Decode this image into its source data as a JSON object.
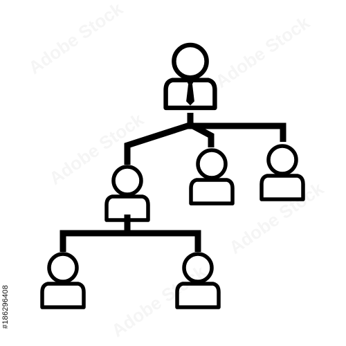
{
  "stock_id": "#186296408",
  "watermark_text": "Adobe Stock",
  "colors": {
    "background": "#ffffff",
    "stroke": "#000000",
    "watermark": "#787878"
  },
  "hierarchy": {
    "node": "manager",
    "icon": "person-with-tie-icon",
    "children": [
      {
        "node": "employee",
        "icon": "person-icon",
        "children": [
          {
            "node": "employee",
            "icon": "person-icon",
            "children": []
          },
          {
            "node": "employee",
            "icon": "person-icon",
            "children": []
          }
        ]
      },
      {
        "node": "employee",
        "icon": "person-icon",
        "children": []
      },
      {
        "node": "employee",
        "icon": "person-icon",
        "children": []
      }
    ]
  }
}
